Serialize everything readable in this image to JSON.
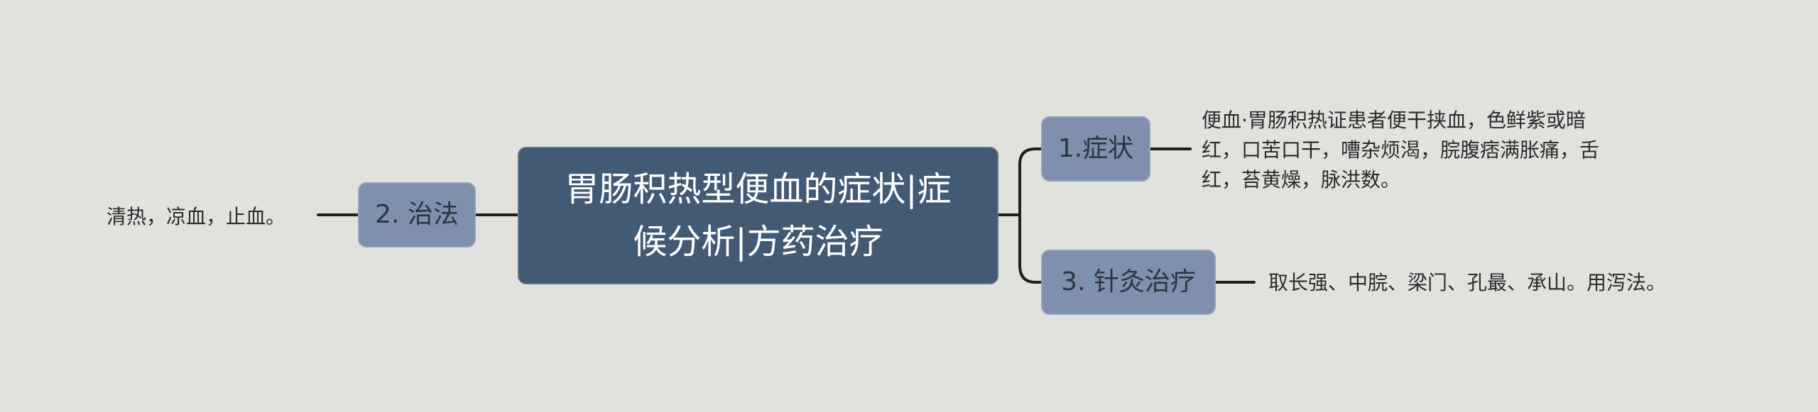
{
  "root": {
    "line1": "胃肠积热型便血的症状|症",
    "line2": "候分析|方药治疗"
  },
  "branches": [
    {
      "label": "1.症状",
      "detail_lines": [
        "便血·胃肠积热证患者便干挟血，色鲜紫或暗",
        "红，口苦口干，嘈杂烦渴，脘腹痞满胀痛，舌",
        "红，苔黄燥，脉洪数。"
      ]
    },
    {
      "label": "3. 针灸治疗",
      "detail": "取长强、中脘、梁门、孔最、承山。用泻法。"
    },
    {
      "label": "2. 治法",
      "detail": "清热，凉血，止血。"
    }
  ],
  "colors": {
    "background": "#e1e2de",
    "root_fill": "#435a75",
    "branch_fill": "#7e90ad",
    "connector": "#1f1f1f"
  }
}
